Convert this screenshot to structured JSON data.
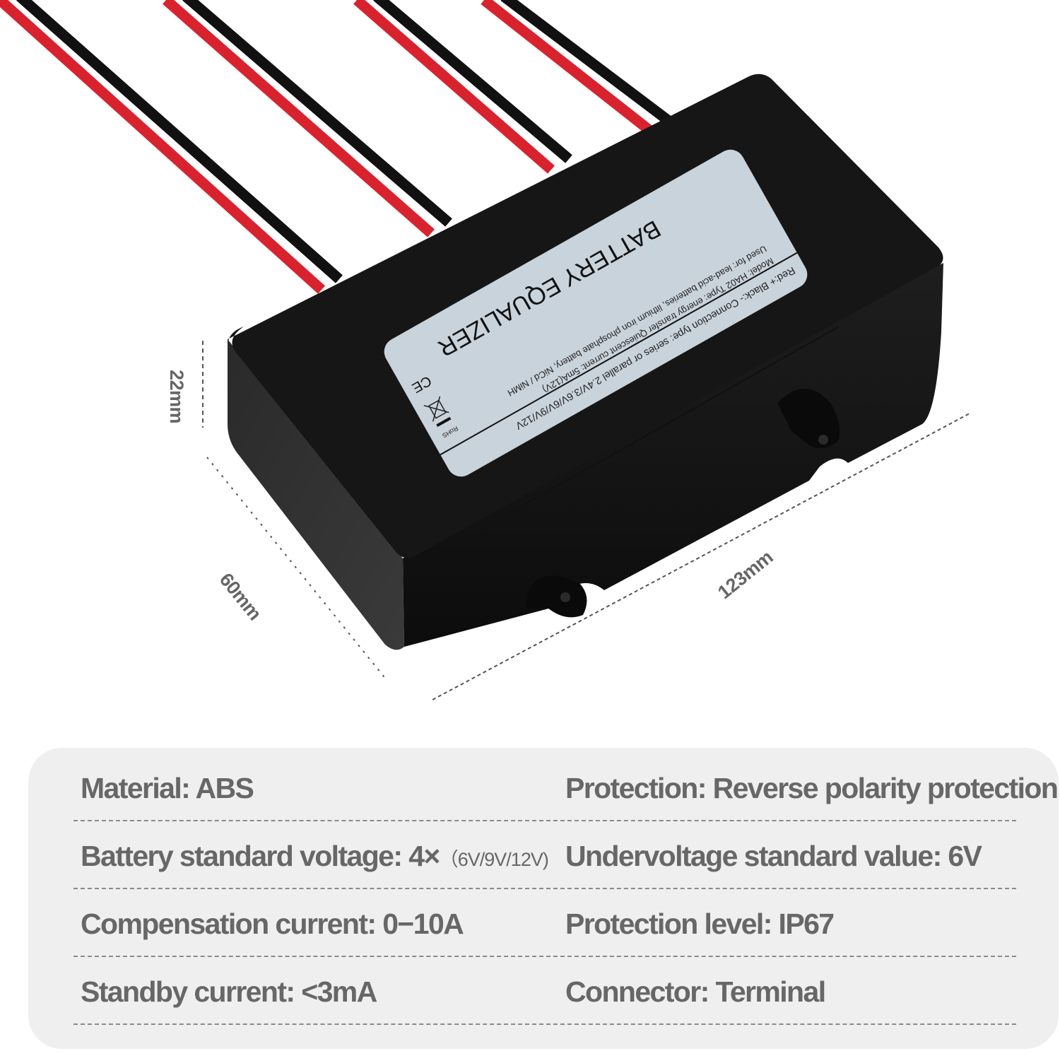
{
  "product": {
    "name": "Battery Equalizer",
    "body_color": "#141414",
    "label_color": "#c9d3dc",
    "wire_colors": {
      "positive": "#d8232f",
      "negative": "#111111"
    },
    "wire_pairs": 4,
    "label": {
      "title": "BATTERY EQUALIZER",
      "line_model": "Model: HA02    Type: energy transfer    Quiescent current: 5mA(12V)",
      "line_used_for": "Used for: lead-acid batteries, lithium iron phosphate battery, NiCd / NiMH",
      "line_connection": "Red:+ Black:-    Connection type: series or parallel  2.4V/3.6V/6V/9V/12V",
      "marks": [
        "RoHS",
        "WEEE",
        "CE"
      ]
    }
  },
  "dimensions": {
    "height": "22mm",
    "width": "60mm",
    "length": "123mm"
  },
  "specs": {
    "rows": [
      {
        "left": "Material: ABS",
        "right": "Protection: Reverse polarity protection"
      },
      {
        "left": "Battery standard voltage: 4×",
        "left_small": "（6V/9V/12V)",
        "right": "Undervoltage standard value: 6V"
      },
      {
        "left": "Compensation current: 0−10A",
        "right": "Protection level: IP67"
      },
      {
        "left": "Standby current: <3mA",
        "right": "Connector: Terminal"
      }
    ]
  }
}
